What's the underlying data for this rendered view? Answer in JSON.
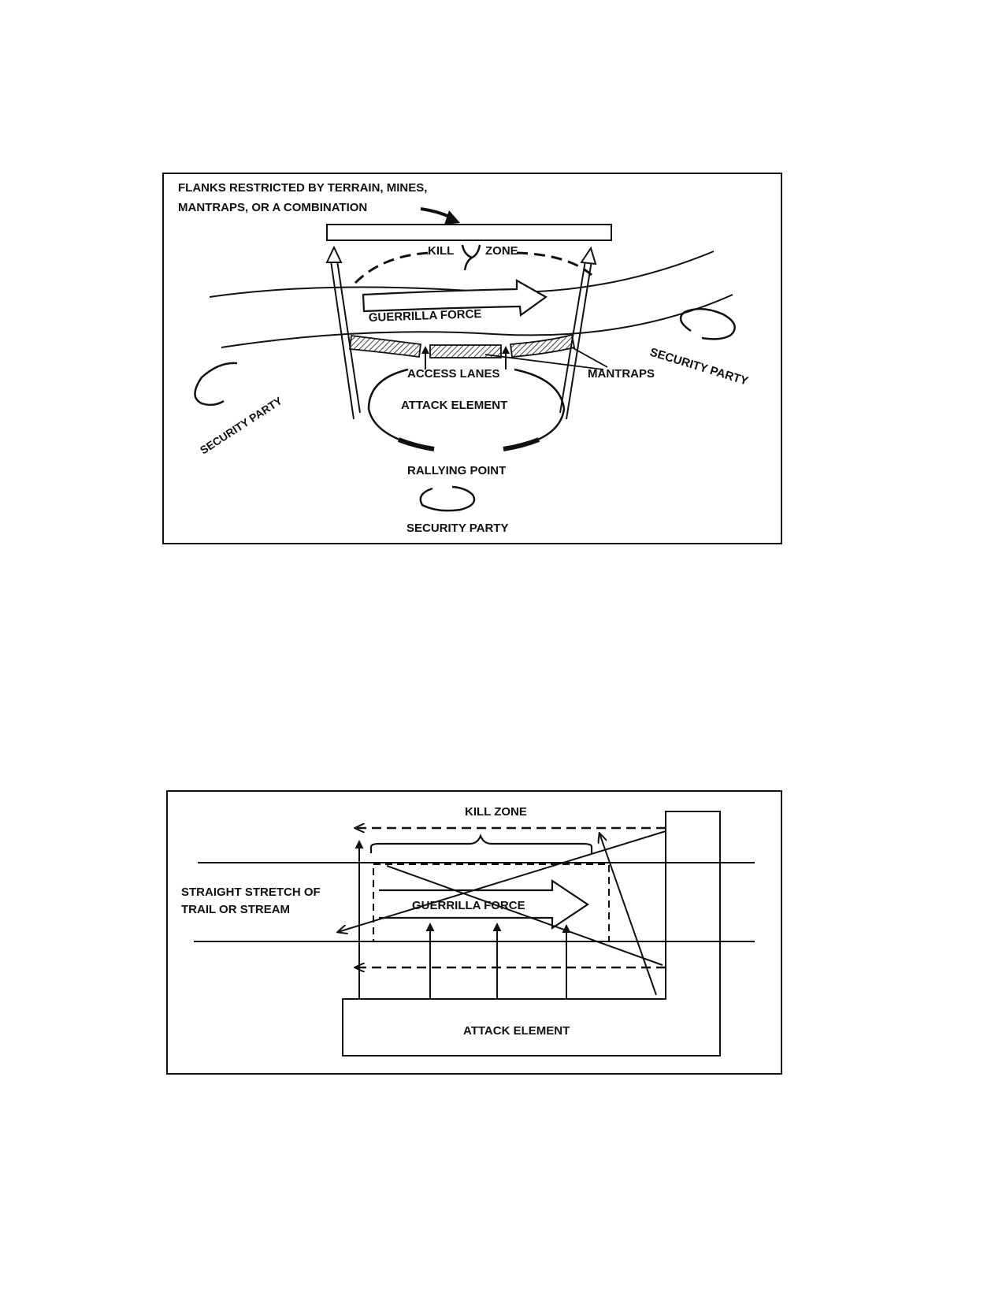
{
  "figure1": {
    "flanks_label_line1": "FLANKS RESTRICTED BY TERRAIN, MINES,",
    "flanks_label_line2": "MANTRAPS, OR A COMBINATION",
    "kill_label": "KILL",
    "zone_label": "ZONE",
    "guerrilla_force": "GUERRILLA  FORCE",
    "access_lanes": "ACCESS LANES",
    "mantraps": "MANTRAPS",
    "attack_element": "ATTACK ELEMENT",
    "rallying_point": "RALLYING POINT",
    "security_party_left": "SECURITY PARTY",
    "security_party_right": "SECURITY PARTY",
    "security_party_bottom": "SECURITY PARTY"
  },
  "figure2": {
    "kill_zone": "KILL ZONE",
    "straight_stretch_line1": "STRAIGHT STRETCH OF",
    "straight_stretch_line2": "TRAIL OR STREAM",
    "guerrilla_force": "GUERRILLA FORCE",
    "attack_element": "ATTACK ELEMENT"
  }
}
